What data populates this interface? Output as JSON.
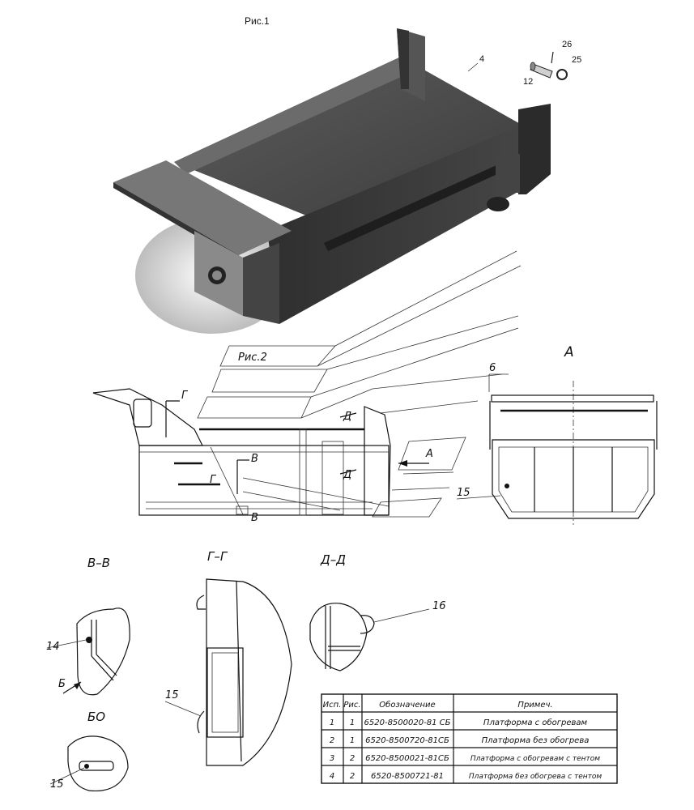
{
  "figure_title": "Рис.1",
  "callouts_3d": [
    "4",
    "12",
    "25",
    "26"
  ],
  "ref_label": "Рис.2",
  "view_a": {
    "label": "А",
    "callouts": [
      "6",
      "15"
    ]
  },
  "side_view": {
    "sections": [
      "Г",
      "Д",
      "В",
      "А"
    ]
  },
  "section_bb": {
    "title": "В–В",
    "callout": "14",
    "arrow_label": "Б"
  },
  "view_b": {
    "title": "БО",
    "callout": "15"
  },
  "section_gg": {
    "title": "Г–Г",
    "callout": "15"
  },
  "section_dd": {
    "title": "Д–Д",
    "callout": "16"
  },
  "table": {
    "headers": [
      "Исп.",
      "Рис.",
      "Обозначение",
      "Примеч."
    ],
    "rows": [
      [
        "1",
        "1",
        "6520-8500020-81 СБ",
        "Платформа с обогревам"
      ],
      [
        "2",
        "1",
        "6520-8500720-81СБ",
        "Платформа без обогрева"
      ],
      [
        "3",
        "2",
        "6520-8500021-81СБ",
        "Платформа с обогревам с тентом"
      ],
      [
        "4",
        "2",
        "6520-8500721-81",
        "Платформа без обогрева с тентом"
      ]
    ]
  }
}
